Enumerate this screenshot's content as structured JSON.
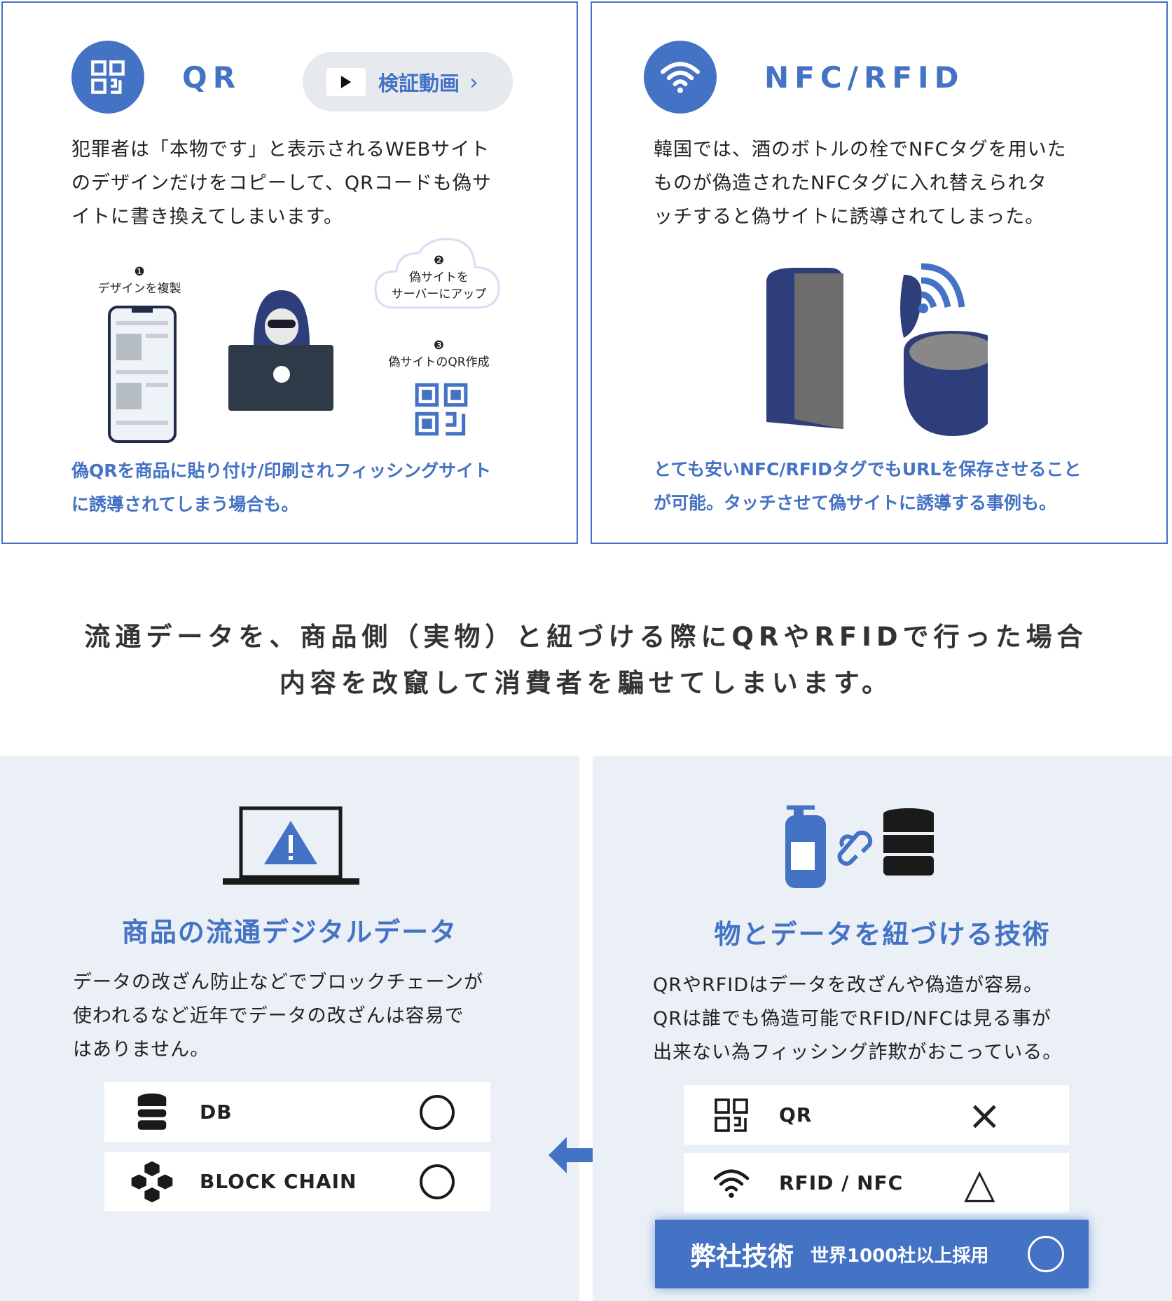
{
  "colors": {
    "accent": "#4472c4",
    "panel_bg": "#ebf0f7",
    "dark": "#2f3a48"
  },
  "qr_card": {
    "icon": "qr-code-icon",
    "title": "QR",
    "video_button": {
      "label": "検証動画",
      "icon": "play-icon",
      "chevron": "›"
    },
    "body": [
      "犯罪者は「本物です」と表示されるWEBサイト",
      "のデザインだけをコピーして、QRコードも偽サ",
      "イトに書き換えてしまいます。"
    ],
    "steps": [
      {
        "num": "❶",
        "label": "デザインを複製"
      },
      {
        "num": "❷",
        "label": "偽サイトを",
        "label2": "サーバーにアップ"
      },
      {
        "num": "❸",
        "label": "偽サイトのQR作成"
      }
    ],
    "caption": [
      "偽QRを商品に貼り付け/印刷されフィッシングサイト",
      "に誘導されてしまう場合も。"
    ]
  },
  "nfc_card": {
    "icon": "wifi-icon",
    "title": "NFC/RFID",
    "body": [
      "韓国では、酒のボトルの栓でNFCタグを用いた",
      "ものが偽造されたNFCタグに入れ替えられタ",
      "ッチすると偽サイトに誘導されてしまった。"
    ],
    "caption": [
      "とても安いNFC/RFIDタグでもURLを保存させること",
      "が可能。タッチさせて偽サイトに誘導する事例も。"
    ]
  },
  "headline": [
    "流通データを、商品側（実物）と紐づける際にQRやRFIDで行った場合",
    "内容を改竄して消費者を騙せてしまいます。"
  ],
  "left_panel": {
    "icon": "laptop-warning-icon",
    "title": "商品の流通デジタルデータ",
    "body": [
      "データの改ざん防止などでブロックチェーンが",
      "使われるなど近年でデータの改ざんは容易で",
      "はありません。"
    ],
    "rows": [
      {
        "icon": "database-icon",
        "label": "DB",
        "mark": "○"
      },
      {
        "icon": "blockchain-icon",
        "label": "BLOCK CHAIN",
        "mark": "○"
      }
    ]
  },
  "right_panel": {
    "icon": "bottle-link-database-icon",
    "title": "物とデータを紐づける技術",
    "body": [
      "QRやRFIDはデータを改ざんや偽造が容易。",
      "QRは誰でも偽造可能でRFID/NFCは見る事が",
      "出来ない為フィッシング詐欺がおこっている。"
    ],
    "rows": [
      {
        "icon": "qr-code-icon",
        "label": "QR",
        "mark": "×"
      },
      {
        "icon": "wifi-icon",
        "label": "RFID / NFC",
        "mark": "△"
      }
    ],
    "banner": {
      "title": "弊社技術",
      "subtitle": "世界1000社以上採用",
      "mark": "○"
    }
  }
}
